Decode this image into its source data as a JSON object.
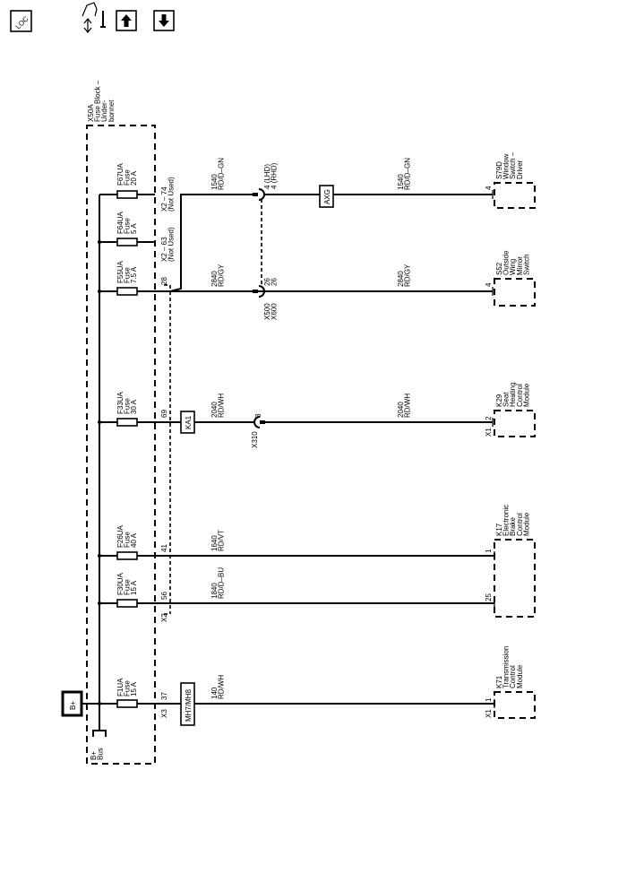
{
  "toolbar": {
    "loc_label": "LOC",
    "icons": [
      "location-icon",
      "connector-repair-icon",
      "arrow-up-icon",
      "arrow-down-icon"
    ]
  },
  "fuse_block": {
    "lines": [
      "X50A",
      "Fuse Block –",
      "Under-",
      "bonnet"
    ]
  },
  "bus": {
    "label_lines": [
      "B+",
      "Bus"
    ],
    "source_label": "B+"
  },
  "fuses": [
    {
      "lines": [
        "F67UA",
        "Fuse",
        "20 A"
      ]
    },
    {
      "lines": [
        "F64UA",
        "Fuse",
        "5 A"
      ]
    },
    {
      "lines": [
        "F55UA",
        "Fuse",
        "7.5 A"
      ]
    },
    {
      "lines": [
        "F33UA",
        "Fuse",
        "30 A"
      ]
    },
    {
      "lines": [
        "F26UA",
        "Fuse",
        "40 A"
      ]
    },
    {
      "lines": [
        "F30UA",
        "Fuse",
        "15 A"
      ]
    },
    {
      "lines": [
        "F1UA",
        "Fuse",
        "15 A"
      ]
    }
  ],
  "fuse_pins": {
    "f67": [
      "X2 – 74",
      "(Not Used)"
    ],
    "f64": [
      "X2 – 63",
      "(Not Used)"
    ],
    "f55": "28",
    "f33": "69",
    "f26": "41",
    "f30": "56",
    "x2": "X2",
    "f1_pin": "37",
    "f1_conn": "X3"
  },
  "inline_boxes": {
    "axg": "AXG",
    "ka1": "KA1",
    "mh": "MH7/MH8"
  },
  "wires": {
    "w1540": [
      "1540",
      "RD/D–GN"
    ],
    "w2840": [
      "2840",
      "RD/GY"
    ],
    "w2040": [
      "2040",
      "RD/WH"
    ],
    "w1640": [
      "1640",
      "RD/VT"
    ],
    "w1840": [
      "1840",
      "RD/D–BU"
    ],
    "w140": [
      "140",
      "RD/WH"
    ]
  },
  "connectors": {
    "x500_pins_a": [
      "4 (LHD)",
      "4 (RHD)"
    ],
    "x500_pins_b": [
      "26",
      "26"
    ],
    "x500_names": [
      "X500",
      "X600"
    ],
    "x310_pin": "3",
    "x310_name": "X310"
  },
  "modules": [
    {
      "lines": [
        "S79D",
        "Window",
        "Switch –",
        "Driver"
      ],
      "pins": [
        "4"
      ]
    },
    {
      "lines": [
        "S52",
        "Outside",
        "Wing",
        "Mirror",
        "Switch"
      ],
      "pins": [
        "4"
      ]
    },
    {
      "lines": [
        "K29",
        "Seat",
        "Heating",
        "Control",
        "Module"
      ],
      "pins": [
        "2"
      ],
      "conn": "X1"
    },
    {
      "lines": [
        "K17",
        "Electronic",
        "Brake",
        "Control",
        "Module"
      ],
      "pins": [
        "1",
        "25"
      ]
    },
    {
      "lines": [
        "K71",
        "Transmission",
        "Control",
        "Module"
      ],
      "pins": [
        "1"
      ],
      "conn": "X1"
    }
  ]
}
